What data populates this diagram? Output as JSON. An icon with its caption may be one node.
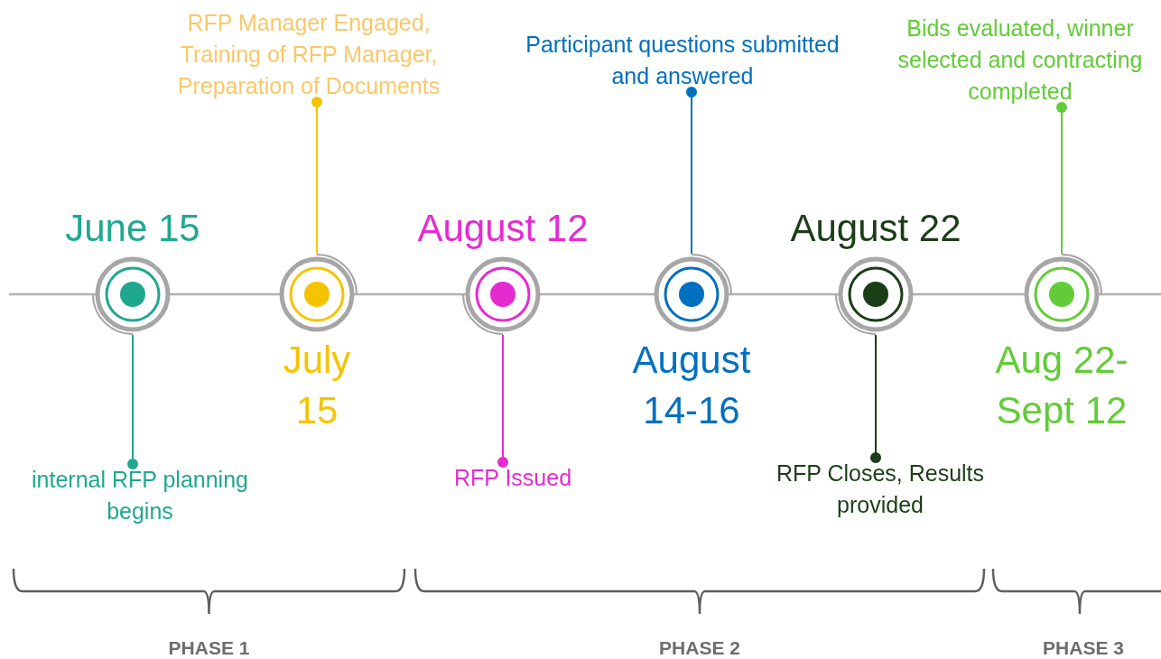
{
  "diagram": {
    "nodes": [
      {
        "text": [
          "June 15"
        ]
      },
      {
        "text": [
          "July 15"
        ]
      },
      {
        "text": [
          "August 12"
        ]
      },
      {
        "text": [
          "August 14-16"
        ]
      },
      {
        "text": [
          "August 22"
        ]
      },
      {
        "text": [
          "Aug 22-Sept 12"
        ]
      },
      {
        "text": [
          "internal RFP planning begins"
        ]
      },
      {
        "text": [
          "RFP Manager Engaged, Training of RFP Manager, Preparation of Documents"
        ]
      },
      {
        "text": [
          "RFP Issued"
        ]
      },
      {
        "text": [
          "Participant questions submitted and answered"
        ]
      },
      {
        "text": [
          "RFP Closes, Results provided"
        ]
      },
      {
        "text": [
          "Bids evaluated, winner selected and contracting completed"
        ]
      }
    ],
    "edges": [
      {
        "from": 0,
        "to": 6,
        "arrow": "other",
        "color": "#1fa88f"
      },
      {
        "from": 1,
        "to": 7,
        "arrow": "other",
        "color": "#f5c400"
      },
      {
        "from": 2,
        "to": 8,
        "arrow": "other",
        "color": "#e52bd0"
      },
      {
        "from": 3,
        "to": 9,
        "arrow": "other",
        "color": "#0070c0"
      },
      {
        "from": 4,
        "to": 10,
        "arrow": "other",
        "color": "#1b3d17"
      },
      {
        "from": 5,
        "to": 11,
        "arrow": "other",
        "color": "#62cc38"
      }
    ],
    "labels": [
      "PHASE 1",
      "PHASE 2",
      "PHASE 3"
    ]
  }
}
